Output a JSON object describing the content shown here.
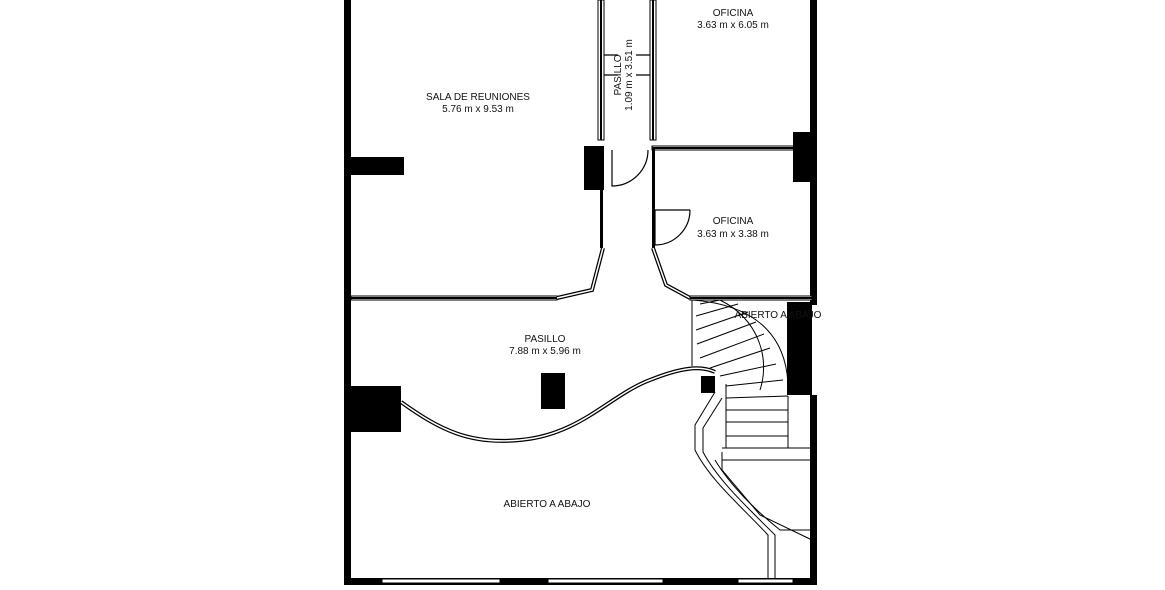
{
  "rooms": [
    {
      "name": "OFICINA",
      "dims": "3.63 m x 6.05 m"
    },
    {
      "name": "SALA DE REUNIONES",
      "dims": "5.76 m x 9.53 m"
    },
    {
      "name": "PASILLO",
      "dims": "1.09 m x 3.51 m"
    },
    {
      "name": "OFICINA",
      "dims": "3.63 m x 3.38 m"
    },
    {
      "name": "PASILLO",
      "dims": "7.88 m x 5.96 m"
    }
  ],
  "labels": {
    "open_below_main": "ABIERTO A ABAJO",
    "open_below_stair": "ABIERTO A ABAJO"
  },
  "colors": {
    "wall": "#000000",
    "background": "#ffffff"
  }
}
